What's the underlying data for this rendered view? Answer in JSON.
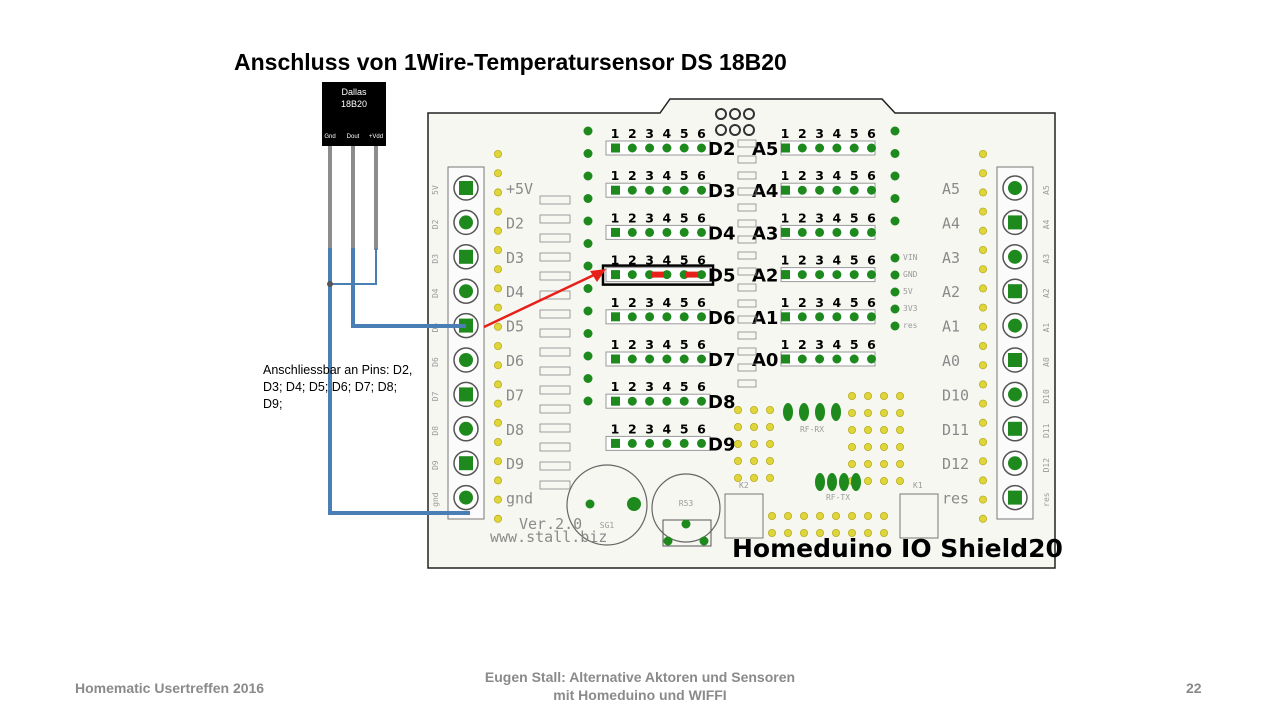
{
  "slide": {
    "title": "Anschluss von 1Wire-Temperatursensor  DS 18B20",
    "note": "Anschliessbar an Pins: D2, D3; D4; D5; D6; D7; D8; D9;",
    "page_number": "22"
  },
  "footer": {
    "left": "Homematic Usertreffen 2016",
    "center_line1": "Eugen Stall:  Alternative Aktoren und Sensoren",
    "center_line2": "mit Homeduino und WIFFI"
  },
  "sensor": {
    "brand": "Dallas",
    "model": "18B20",
    "pins": [
      "Gnd",
      "Dout",
      "+Vdd"
    ]
  },
  "board": {
    "name": "Homeduino IO Shield20",
    "version": "Ver.2.0",
    "website": "www.stall.biz",
    "pin_numbers": [
      "1",
      "2",
      "3",
      "4",
      "5",
      "6"
    ],
    "left_connectors": [
      "D2",
      "D3",
      "D4",
      "D5",
      "D6",
      "D7",
      "D8",
      "D9"
    ],
    "right_connectors": [
      "A5",
      "A4",
      "A3",
      "A2",
      "A1",
      "A0"
    ],
    "left_terminal_labels": [
      "+5V",
      "D2",
      "D3",
      "D4",
      "D5",
      "D6",
      "D7",
      "D8",
      "D9",
      "gnd"
    ],
    "left_edge_labels": [
      "5V",
      "D2",
      "D3",
      "D4",
      "D5",
      "D6",
      "D7",
      "D8",
      "D9",
      "gnd"
    ],
    "right_terminal_labels": [
      "A5",
      "A4",
      "A3",
      "A2",
      "A1",
      "A0",
      "D10",
      "D11",
      "D12",
      "res"
    ],
    "right_edge_labels": [
      "A5",
      "A4",
      "A3",
      "A2",
      "A1",
      "A0",
      "D10",
      "D11",
      "D12",
      "res"
    ],
    "header_labels": [
      "VIN",
      "GND",
      "5V",
      "3V3",
      "res"
    ],
    "module_labels": [
      "RF-RX",
      "RF-TX",
      "K1",
      "K2",
      "SG1",
      "R53"
    ],
    "highlighted_connector": "D5",
    "colors": {
      "trace": "#4a7fb5",
      "arrow": "#e8201a",
      "pad": "#1e8a1e",
      "via": "#e0d63a",
      "board_bg": "#f7f7f2"
    }
  }
}
